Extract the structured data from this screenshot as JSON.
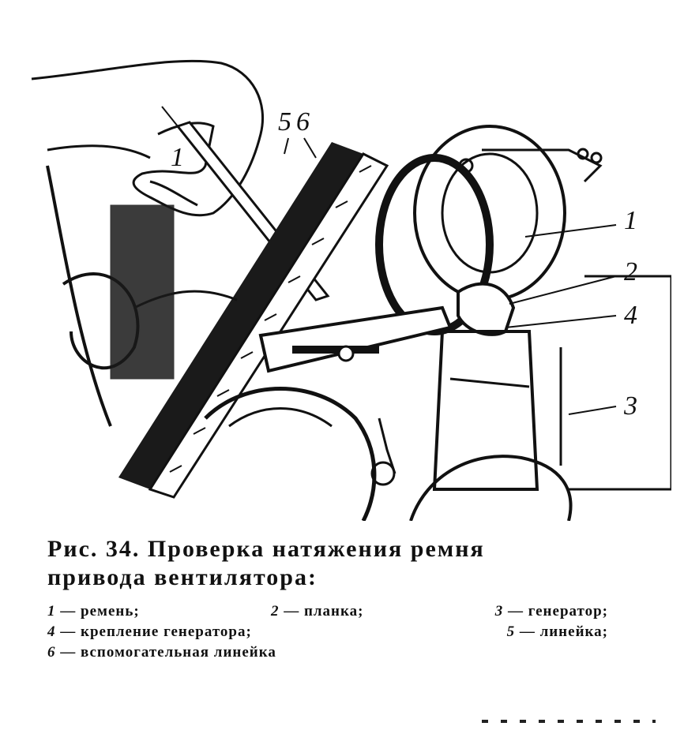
{
  "figure": {
    "callouts": [
      "5",
      "6",
      "1",
      "1",
      "2",
      "4",
      "3"
    ]
  },
  "caption": {
    "title_line1": "Рис.   34.   Проверка   натяжения   ремня",
    "title_line2": "привода вентилятора:",
    "legend": [
      [
        {
          "num": "1",
          "text": "— ремень;"
        },
        {
          "num": "2",
          "text": "— планка;"
        },
        {
          "num": "3",
          "text": "— генератор;"
        }
      ],
      [
        {
          "num": "4",
          "text": "— крепление генератора;"
        },
        {
          "num": "5",
          "text": "— линейка;"
        }
      ],
      [
        {
          "num": "6",
          "text": "— вспомогательная линейка"
        }
      ]
    ]
  }
}
